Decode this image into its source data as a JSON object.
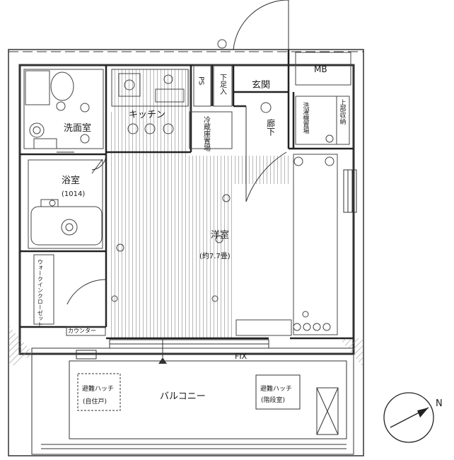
{
  "rooms": {
    "washroom": "洗面室",
    "kitchen": "キッチン",
    "fridge": "冷蔵庫置場",
    "genkan": "玄関",
    "mb": "MB",
    "ps": "PS",
    "shoebox": "下足入",
    "corridor": "廊下",
    "laundry": "洗濯機置場",
    "storage_top": "上部収納",
    "bath": "浴室",
    "bath_size": "(1014)",
    "western_room": "洋室",
    "western_size": "(約7.7畳)",
    "closet": "ウォークインクローゼット",
    "counter": "カウンター",
    "balcony": "バルコニー",
    "fix": "FIX",
    "hatch_left": "避難ハッチ",
    "hatch_left_sub": "(自住戸)",
    "hatch_right": "避難ハッチ",
    "hatch_right_sub": "(階段室)"
  },
  "compass": {
    "north": "N"
  }
}
